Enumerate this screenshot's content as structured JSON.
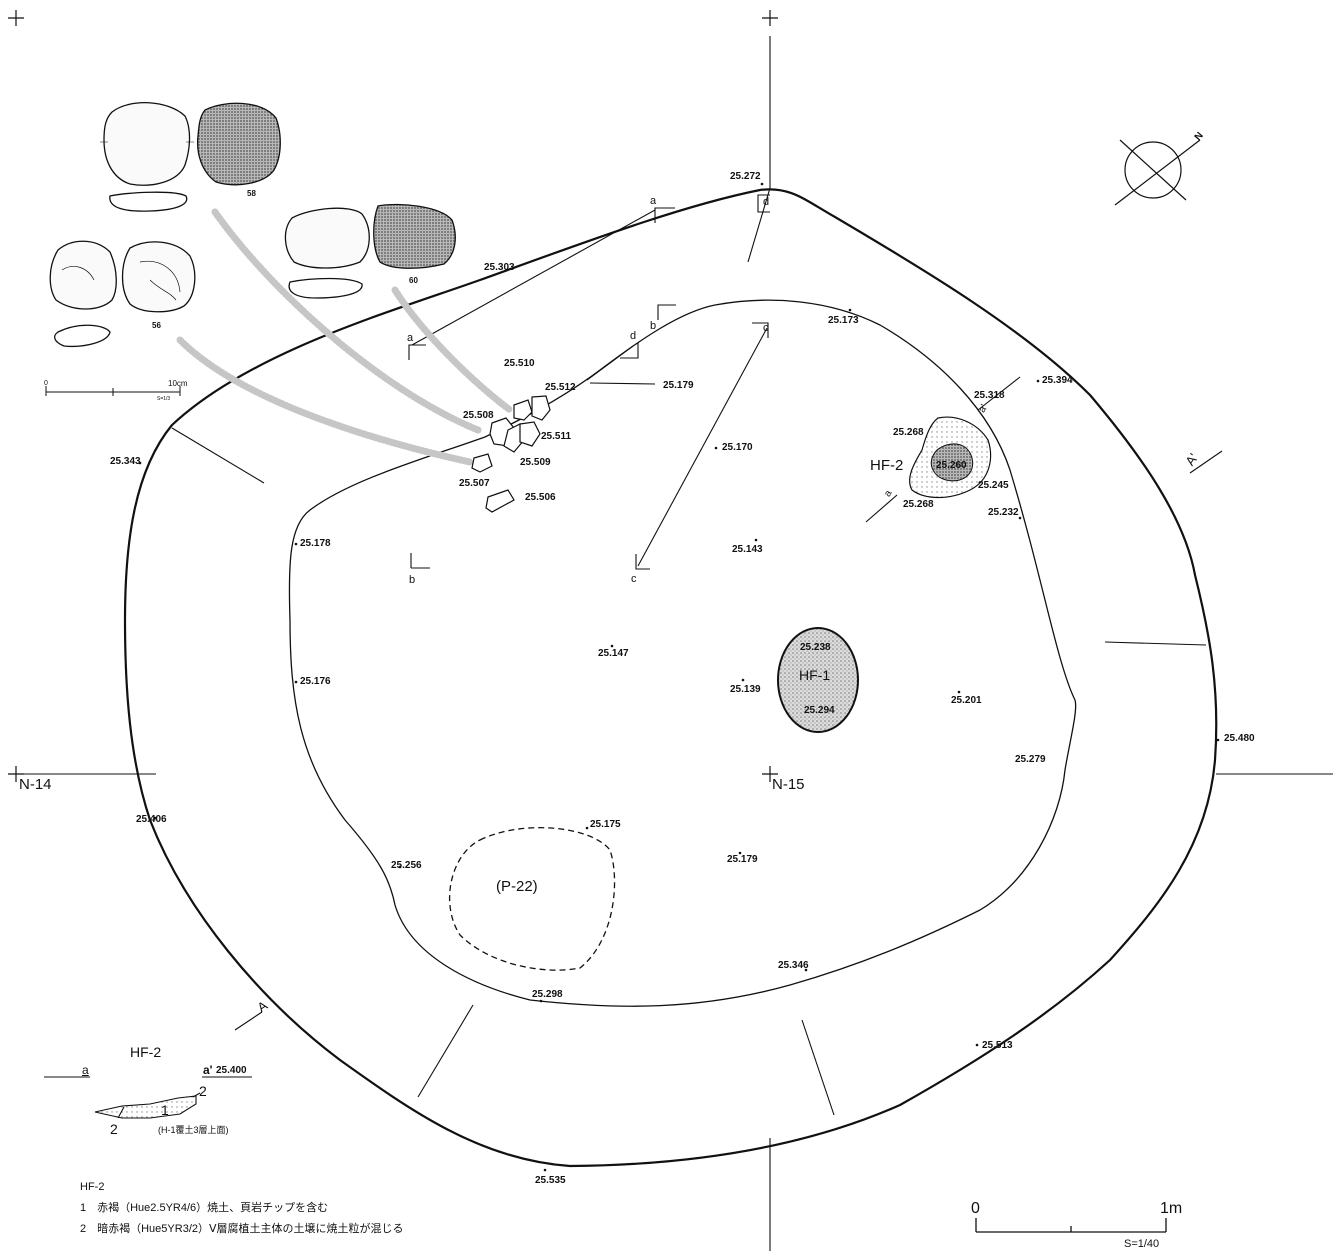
{
  "grid_labels": {
    "n14": "N-14",
    "n15": "N-15"
  },
  "features": {
    "hf1": "HF-1",
    "hf2": "HF-2",
    "p22": "(P-22)"
  },
  "section_letters": {
    "a": "a",
    "a2": "a",
    "b": "b",
    "b2": "b",
    "c": "c",
    "c2": "c",
    "d": "d",
    "d2": "d",
    "d3": "d",
    "A": "A",
    "A_prime": "A'",
    "a_prime_hf2": "a'",
    "a_hf2": "a"
  },
  "elevations": {
    "e25272": "25.272",
    "e25303": "25.303",
    "e25173": "25.173",
    "e25394": "25.394",
    "e25318": "25.318",
    "e25510": "25.510",
    "e25512": "25.512",
    "e25179a": "25.179",
    "e25508": "25.508",
    "e25511": "25.511",
    "e25509": "25.509",
    "e25507": "25.507",
    "e25506": "25.506",
    "e25170": "25.170",
    "e25268a": "25.268",
    "e25260": "25.260",
    "e25245": "25.245",
    "e25268b": "25.268",
    "e25232": "25.232",
    "e25343": "25.343",
    "e25178": "25.178",
    "e25143": "25.143",
    "e25147": "25.147",
    "e25238": "25.238",
    "e25139": "25.139",
    "e25294": "25.294",
    "e25201": "25.201",
    "e25176": "25.176",
    "e25480": "25.480",
    "e25279": "25.279",
    "e25406": "25.406",
    "e25175": "25.175",
    "e25256": "25.256",
    "e25179b": "25.179",
    "e25346": "25.346",
    "e25298": "25.298",
    "e25513": "25.513",
    "e25535": "25.535"
  },
  "artifacts": {
    "n58": "58",
    "n56": "56",
    "n60": "60",
    "scale_label": "10cm",
    "scale_zero": "0",
    "scale_ratio": "S=1/3"
  },
  "hf2_section": {
    "title": "HF-2",
    "elevation": "25.400",
    "layer1": "1",
    "layer2": "2",
    "layer2b": "2",
    "note": "(H-1覆土3層上面)"
  },
  "legend": {
    "title": "HF-2",
    "item1": "1　赤褐（Hue2.5YR4/6）焼土、頁岩チップを含む",
    "item2": "2　暗赤褐（Hue5YR3/2）Ⅴ層腐植土主体の土壌に焼土粒が混じる"
  },
  "scale_bar": {
    "zero": "0",
    "one": "1m",
    "ratio": "S=1/40"
  },
  "north": "N",
  "colors": {
    "ink": "#111111",
    "stipple": "#9a9a9a"
  }
}
